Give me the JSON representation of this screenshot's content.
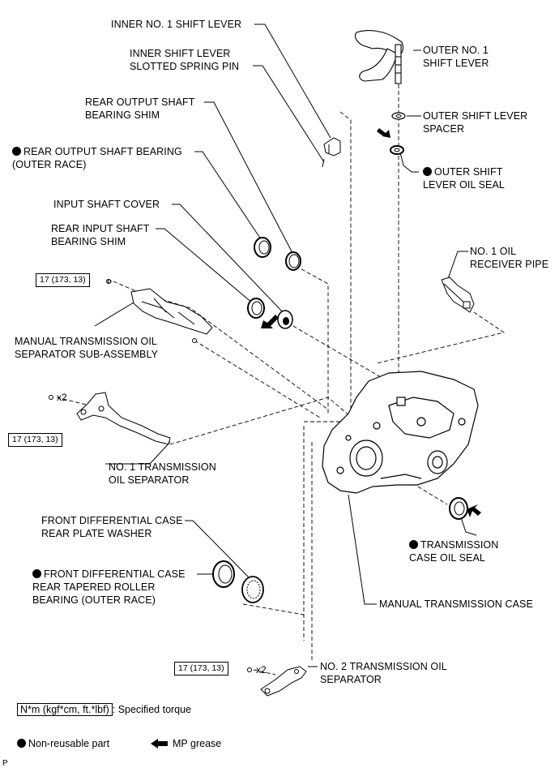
{
  "labels": {
    "inner_no1_shift_lever": "INNER NO. 1 SHIFT LEVER",
    "inner_shift_lever_pin": "INNER SHIFT LEVER\nSLOTTED SPRING PIN",
    "rear_output_shaft_shim": "REAR OUTPUT SHAFT\nBEARING SHIM",
    "rear_output_shaft_bearing": "REAR OUTPUT SHAFT BEARING\n(OUTER RACE)",
    "input_shaft_cover": "INPUT SHAFT COVER",
    "rear_input_shaft_shim": "REAR INPUT SHAFT\nBEARING SHIM",
    "oil_separator_subassy": "MANUAL TRANSMISSION OIL\nSEPARATOR SUB-ASSEMBLY",
    "no1_trans_oil_separator": "NO. 1 TRANSMISSION\nOIL SEPARATOR",
    "front_diff_washer": "FRONT DIFFERENTIAL CASE\nREAR PLATE WASHER",
    "front_diff_bearing": "FRONT DIFFERENTIAL CASE\nREAR TAPERED ROLLER\nBEARING (OUTER RACE)",
    "outer_no1_shift_lever": "OUTER NO. 1\nSHIFT LEVER",
    "outer_shift_lever_spacer": "OUTER SHIFT LEVER\nSPACER",
    "outer_shift_lever_oil_seal": "OUTER SHIFT\nLEVER OIL SEAL",
    "no1_oil_receiver_pipe": "NO. 1 OIL\nRECEIVER PIPE",
    "trans_case_oil_seal": "TRANSMISSION\nCASE OIL SEAL",
    "manual_trans_case": "MANUAL TRANSMISSION CASE",
    "no2_trans_oil_separator": "NO. 2 TRANSMISSION OIL\nSEPARATOR"
  },
  "torques": {
    "t1": "17 (173, 13)",
    "t2": "17 (173, 13)",
    "t3": "17 (173, 13)"
  },
  "counts": {
    "x2a": "x2",
    "x2b": "x2"
  },
  "legend": {
    "torque_box": "N*m (kgf*cm, ft.*lbf)",
    "torque_text": ": Specified torque",
    "nonreusable": "Non-reusable part",
    "mp_grease": "MP grease"
  },
  "footer_code": "P"
}
